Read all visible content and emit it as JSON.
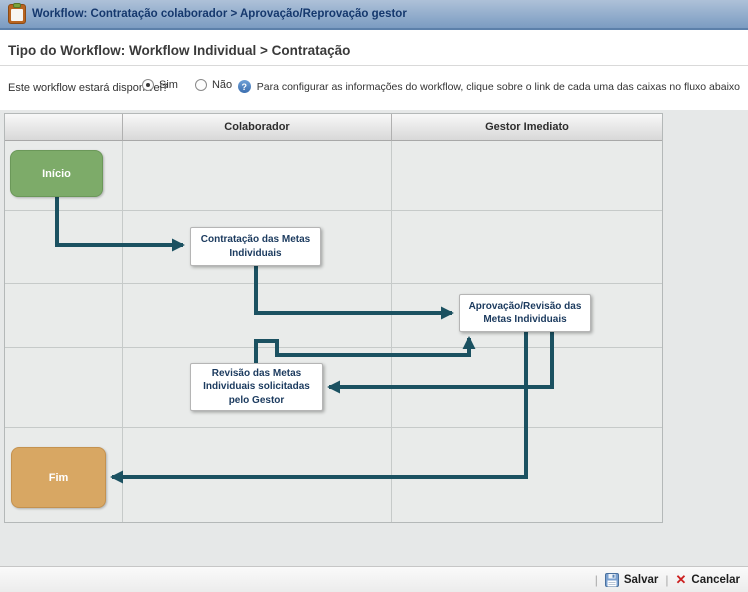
{
  "window": {
    "title": "Workflow: Contratação colaborador > Aprovação/Reprovação gestor"
  },
  "header": {
    "subtitle": "Tipo do Workflow: Workflow Individual > Contratação"
  },
  "options": {
    "question": "Este workflow estará disponível?",
    "radio_yes": "Sim",
    "radio_no": "Não",
    "selected": "Sim",
    "help_text": "Para configurar as informações do workflow, clique sobre o link de cada uma das caixas no fluxo abaixo"
  },
  "swimlanes": {
    "columns": [
      "",
      "Colaborador",
      "Gestor Imediato"
    ]
  },
  "flow": {
    "nodes": [
      {
        "id": "inicio",
        "label": "Início",
        "type": "start"
      },
      {
        "id": "contratacao",
        "label": "Contratação das Metas Individuais",
        "type": "task"
      },
      {
        "id": "aprovacao",
        "label": "Aprovação/Revisão das Metas Individuais",
        "type": "task"
      },
      {
        "id": "revisao",
        "label": "Revisão das Metas Individuais solicitadas pelo Gestor",
        "type": "task"
      },
      {
        "id": "fim",
        "label": "Fim",
        "type": "end"
      }
    ],
    "colors": {
      "start_node": "#7dab69",
      "end_node": "#d8a763",
      "connector": "#1b5161"
    }
  },
  "footer": {
    "save_label": "Salvar",
    "cancel_label": "Cancelar",
    "separator": "|"
  }
}
